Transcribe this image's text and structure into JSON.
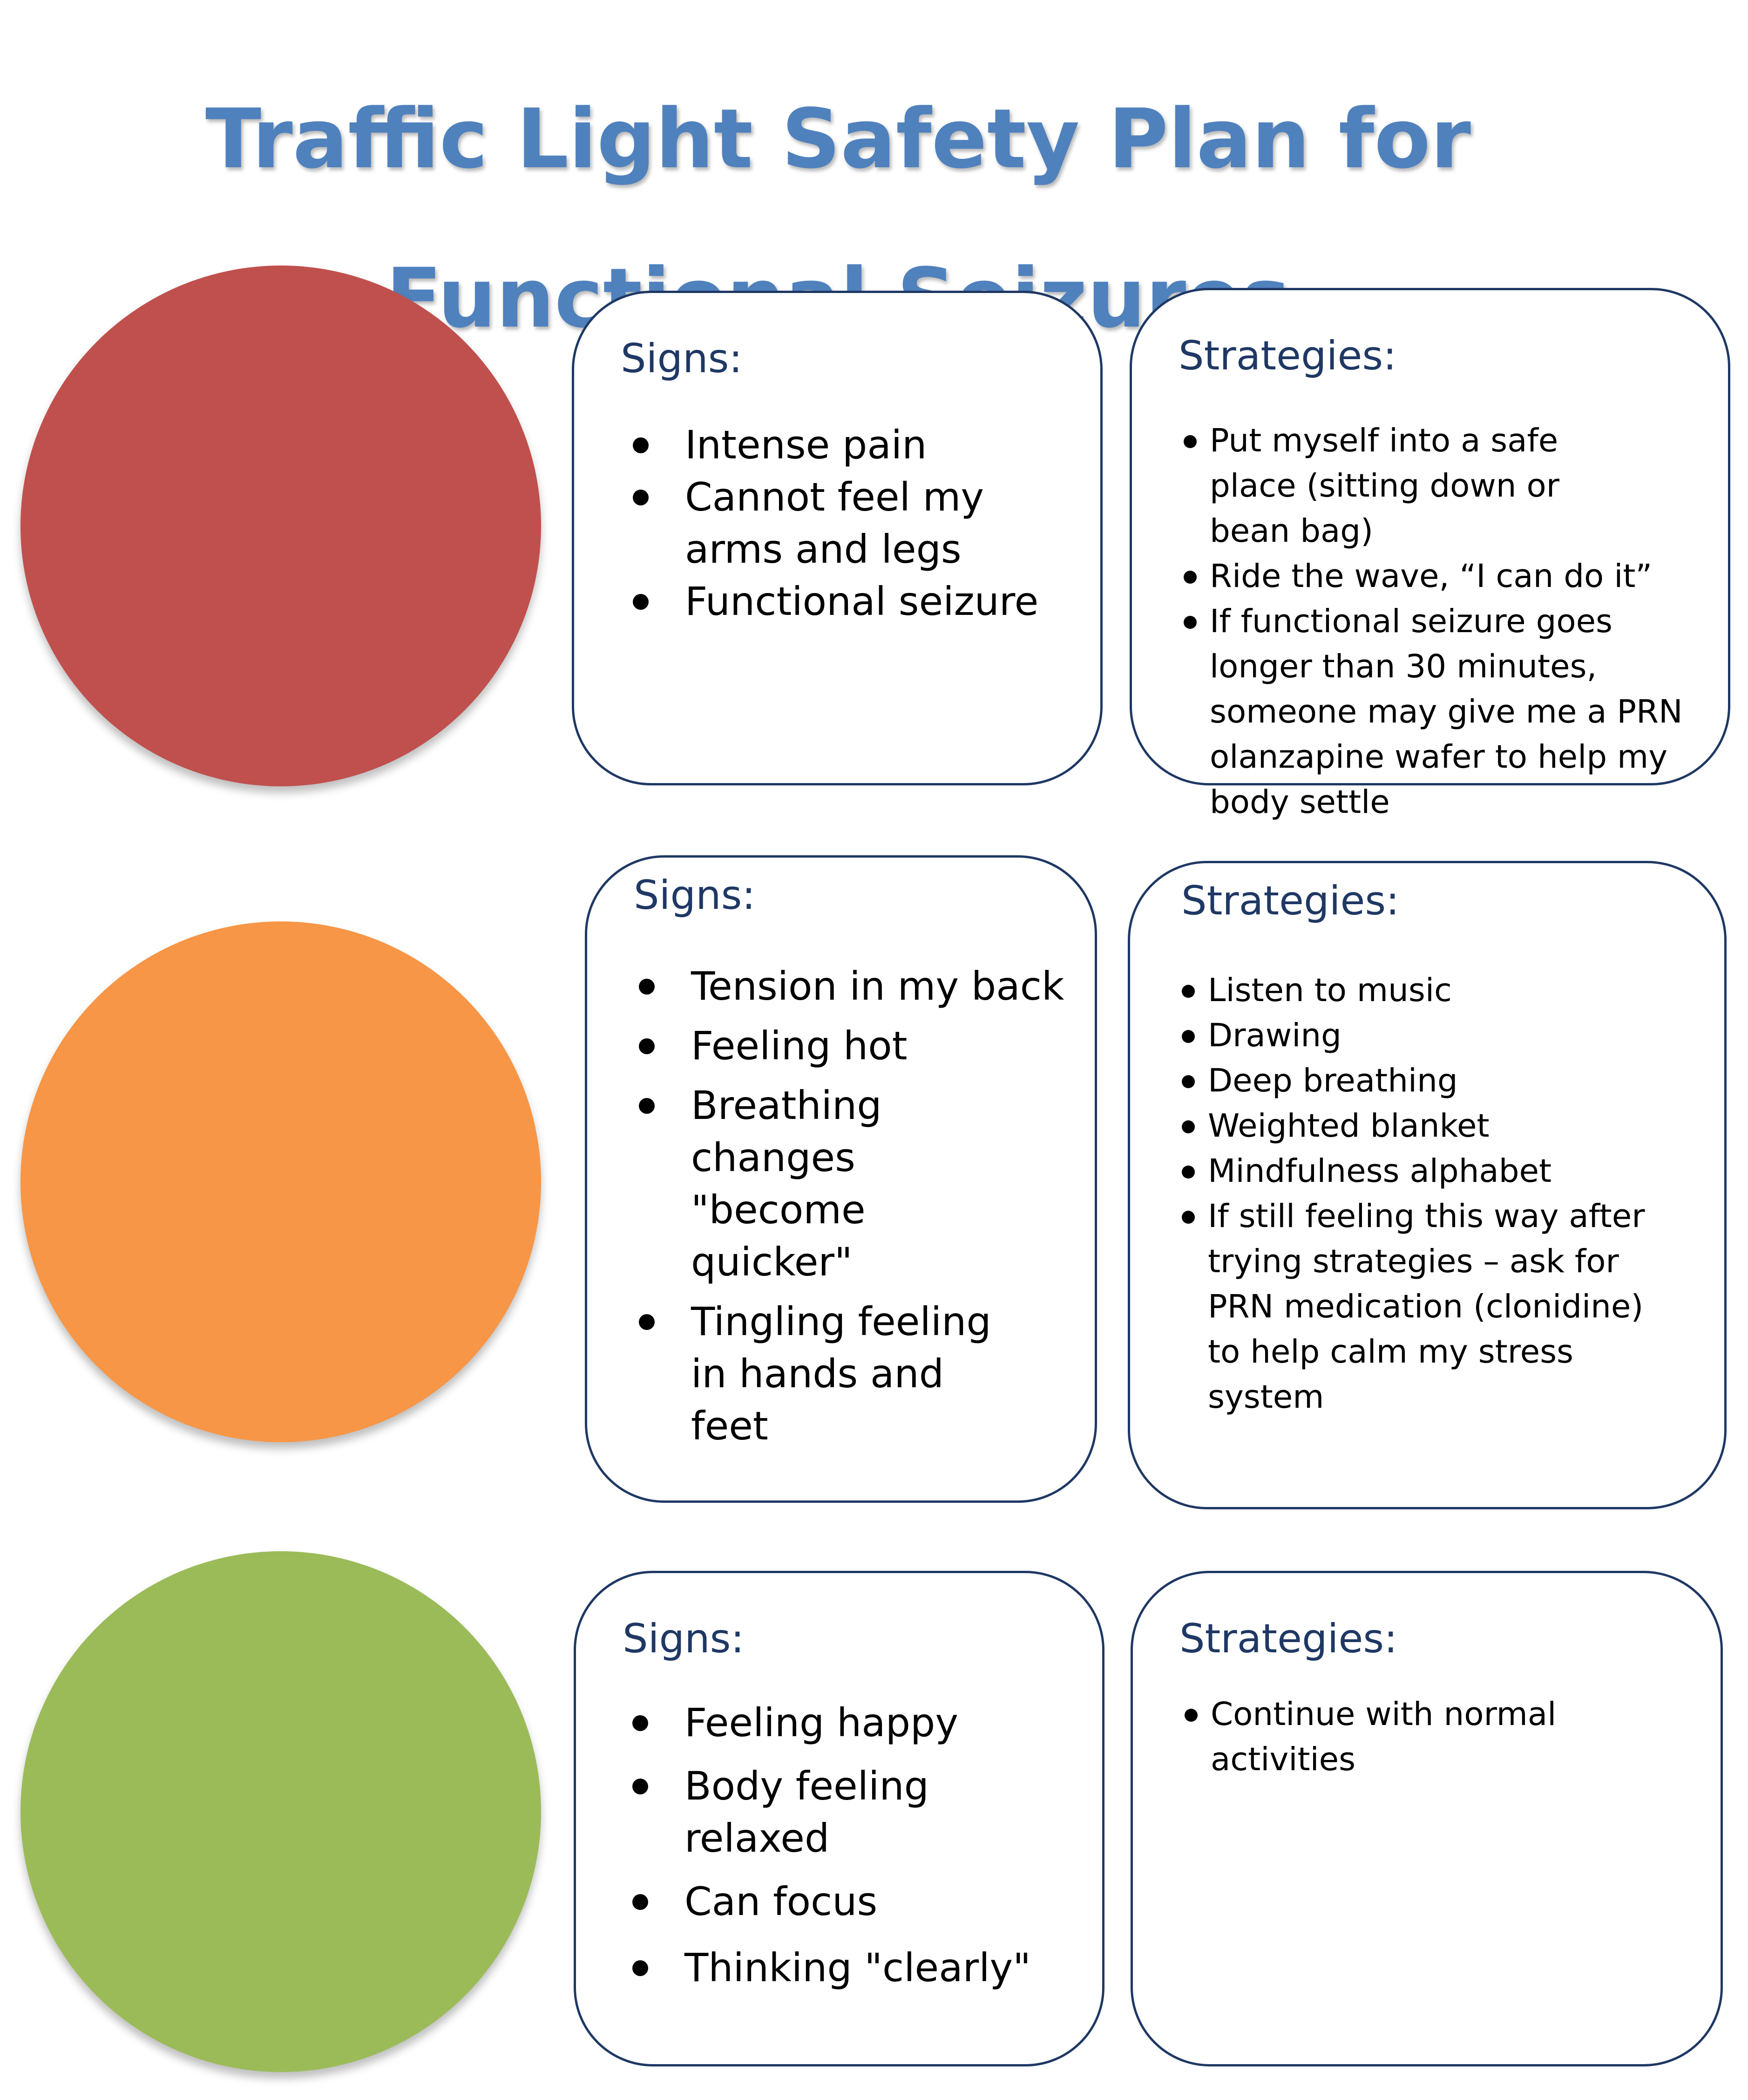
{
  "title": {
    "line1": "Traffic Light Safety Plan for",
    "line2": "Functional Seizures"
  },
  "colors": {
    "red": "#c0504d",
    "amber": "#f79646",
    "green": "#9bbb59",
    "title": "#4f81bd",
    "heading": "#1f3864"
  },
  "red": {
    "signs_heading": "Signs:",
    "signs": [
      "Intense pain",
      "Cannot feel my arms and legs",
      "Functional seizure"
    ],
    "strategies_heading": "Strategies:",
    "strategies": [
      "Put myself into a safe place (sitting down or bean bag)",
      "Ride the wave, “I can do it”",
      "If functional seizure goes longer than 30 minutes, someone may give me a PRN olanzapine wafer to help my body settle"
    ]
  },
  "amber": {
    "signs_heading": "Signs:",
    "signs": [
      "Tension in my back",
      "Feeling hot",
      "Breathing changes \"become quicker\"",
      "Tingling feeling in hands and feet"
    ],
    "strategies_heading": "Strategies:",
    "strategies": [
      "Listen to music",
      "Drawing",
      "Deep breathing",
      "Weighted blanket",
      "Mindfulness alphabet",
      "If still feeling this way after trying strategies – ask for PRN medication (clonidine) to help calm my stress system"
    ]
  },
  "green": {
    "signs_heading": "Signs:",
    "signs": [
      "Feeling happy",
      "Body feeling relaxed",
      "Can focus",
      "Thinking \"clearly\""
    ],
    "strategies_heading": "Strategies:",
    "strategies": [
      "Continue with normal activities"
    ]
  }
}
